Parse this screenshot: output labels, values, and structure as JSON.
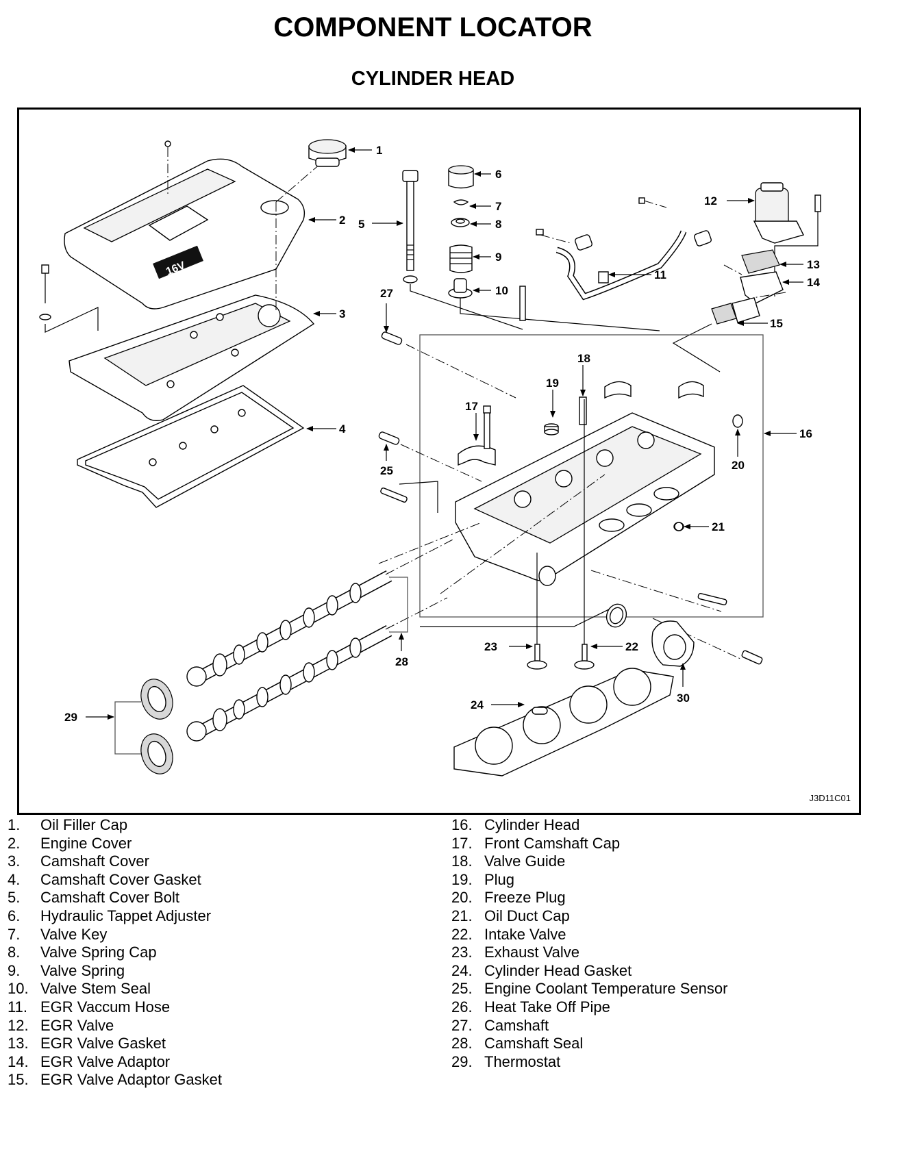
{
  "header": {
    "title": "COMPONENT LOCATOR",
    "subtitle": "CYLINDER HEAD"
  },
  "figure": {
    "code": "J3D11C01",
    "callouts": [
      "1",
      "2",
      "3",
      "4",
      "5",
      "6",
      "7",
      "8",
      "9",
      "10",
      "11",
      "12",
      "13",
      "14",
      "15",
      "16",
      "17",
      "18",
      "19",
      "20",
      "21",
      "22",
      "23",
      "24",
      "25",
      "27",
      "28",
      "29",
      "30"
    ],
    "engine_cover_badge": "16V"
  },
  "legend": {
    "column1": [
      {
        "num": "1.",
        "label": "Oil Filler Cap"
      },
      {
        "num": "2.",
        "label": "Engine Cover"
      },
      {
        "num": "3.",
        "label": "Camshaft Cover"
      },
      {
        "num": "4.",
        "label": "Camshaft Cover Gasket"
      },
      {
        "num": "5.",
        "label": "Camshaft Cover Bolt"
      },
      {
        "num": "6.",
        "label": "Hydraulic Tappet Adjuster"
      },
      {
        "num": "7.",
        "label": "Valve Key"
      },
      {
        "num": "8.",
        "label": "Valve Spring Cap"
      },
      {
        "num": "9.",
        "label": "Valve Spring"
      },
      {
        "num": "10.",
        "label": "Valve Stem Seal"
      },
      {
        "num": "11.",
        "label": "EGR Vaccum Hose"
      },
      {
        "num": "12.",
        "label": "EGR Valve"
      },
      {
        "num": "13.",
        "label": "EGR Valve Gasket"
      },
      {
        "num": "14.",
        "label": "EGR Valve Adaptor"
      },
      {
        "num": "15.",
        "label": "EGR Valve Adaptor Gasket"
      }
    ],
    "column2": [
      {
        "num": "16.",
        "label": "Cylinder Head"
      },
      {
        "num": "17.",
        "label": "Front Camshaft Cap"
      },
      {
        "num": "18.",
        "label": "Valve Guide"
      },
      {
        "num": "19.",
        "label": "Plug"
      },
      {
        "num": "20.",
        "label": "Freeze Plug"
      },
      {
        "num": "21.",
        "label": "Oil Duct Cap"
      },
      {
        "num": "22.",
        "label": "Intake Valve"
      },
      {
        "num": "23.",
        "label": "Exhaust Valve"
      },
      {
        "num": "24.",
        "label": "Cylinder Head Gasket"
      },
      {
        "num": "25.",
        "label": "Engine Coolant Temperature Sensor"
      },
      {
        "num": "26.",
        "label": "Heat Take Off Pipe"
      },
      {
        "num": "27.",
        "label": "Camshaft"
      },
      {
        "num": "28.",
        "label": "Camshaft Seal"
      },
      {
        "num": "29.",
        "label": "Thermostat"
      }
    ]
  }
}
